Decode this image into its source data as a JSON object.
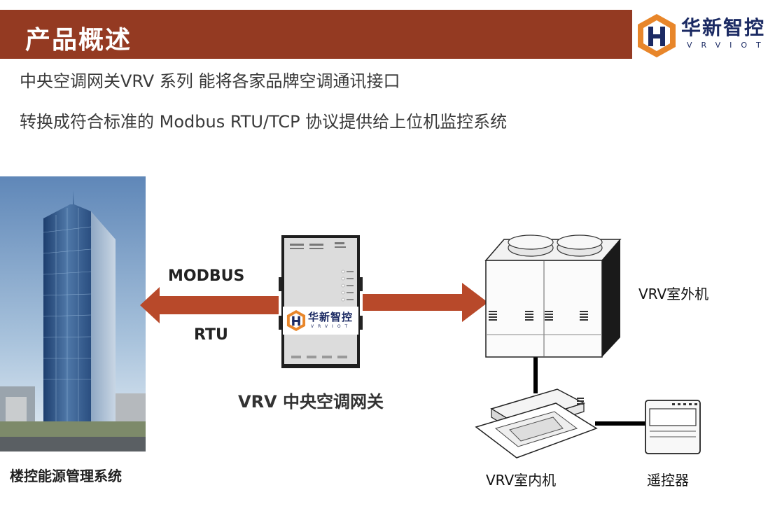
{
  "header": {
    "title": "产品概述"
  },
  "logo": {
    "name": "华新智控",
    "sub": "VRVIOT"
  },
  "intro": {
    "line1": "中央空调网关VRV 系列  能将各家品牌空调通讯接口",
    "line2": "转换成符合标准的 Modbus  RTU/TCP 协议提供给上位机监控系统"
  },
  "diagram": {
    "protocol_top": "MODBUS",
    "protocol_bottom": "RTU",
    "gateway_caption": "VRV 中央空调网关",
    "building_caption": "楼控能源管理系统",
    "outdoor_caption": "VRV室外机",
    "indoor_caption": "VRV室内机",
    "remote_caption": "遥控器"
  },
  "colors": {
    "header_bg": "#943a22",
    "arrow": "#b8492a",
    "logo_orange": "#e8862a",
    "logo_navy": "#1b2a63"
  }
}
